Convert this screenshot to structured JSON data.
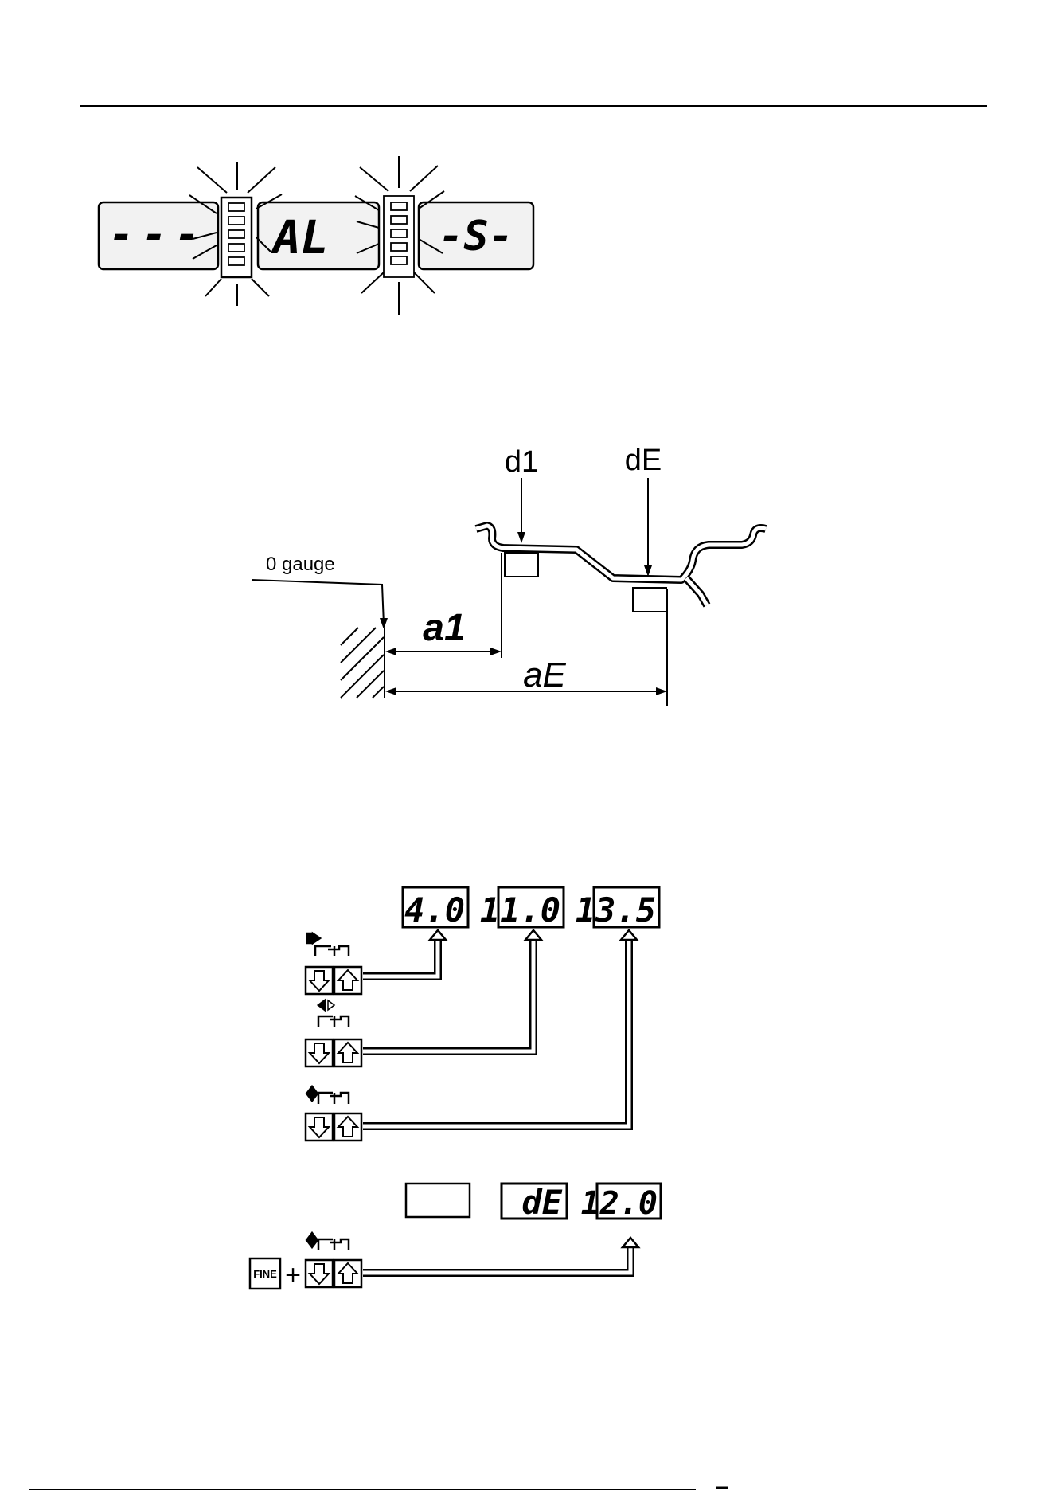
{
  "top_display": {
    "left_value": "---",
    "center_value": "AL",
    "right_value": "-S-"
  },
  "rim_diagram": {
    "label_d1": "d1",
    "label_dE": "dE",
    "label_zero_gauge": "0 gauge",
    "label_a1": "a1",
    "label_aE": "aE"
  },
  "setting_displays": {
    "display_1": "4.0",
    "display_2": "11.0",
    "display_3": "13.5"
  },
  "fine_displays": {
    "display_1": "",
    "display_2": "dE",
    "display_3": "12.0"
  },
  "fine_key_label": "FINE",
  "plus_sign": "+",
  "icons": [
    "distance-key-icon",
    "width-key-icon",
    "diameter-key-icon",
    "arrow-down-icon",
    "arrow-up-icon",
    "fine-key-icon"
  ]
}
